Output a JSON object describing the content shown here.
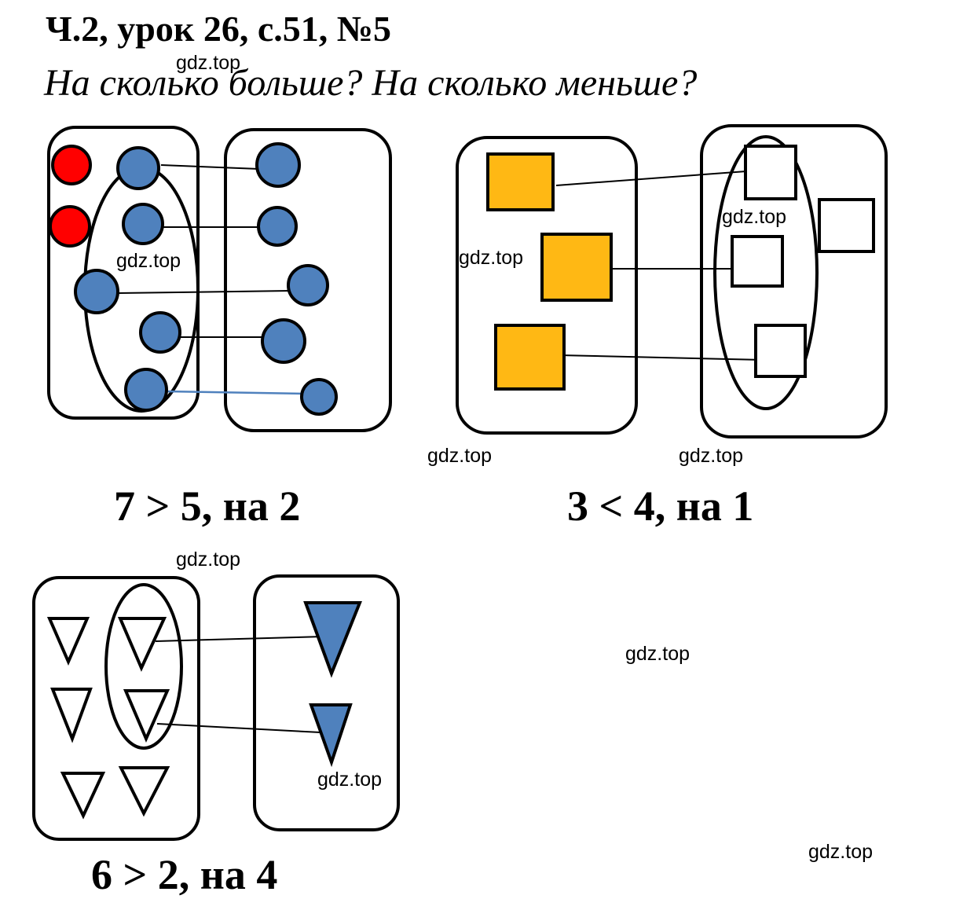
{
  "header": {
    "title": "Ч.2, урок 26, с.51, №5",
    "subtitle": "На сколько больше? На сколько меньше?"
  },
  "answers": {
    "circles": "7 > 5, на 2",
    "squares": "3 < 4, на 1",
    "triangles": "6 > 2, на 4"
  },
  "watermark": "gdz.top",
  "colors": {
    "red": "#ff0000",
    "blue": "#4f81bd",
    "orange": "#ffb814",
    "outline": "#000000",
    "link": "#4f81bd"
  }
}
